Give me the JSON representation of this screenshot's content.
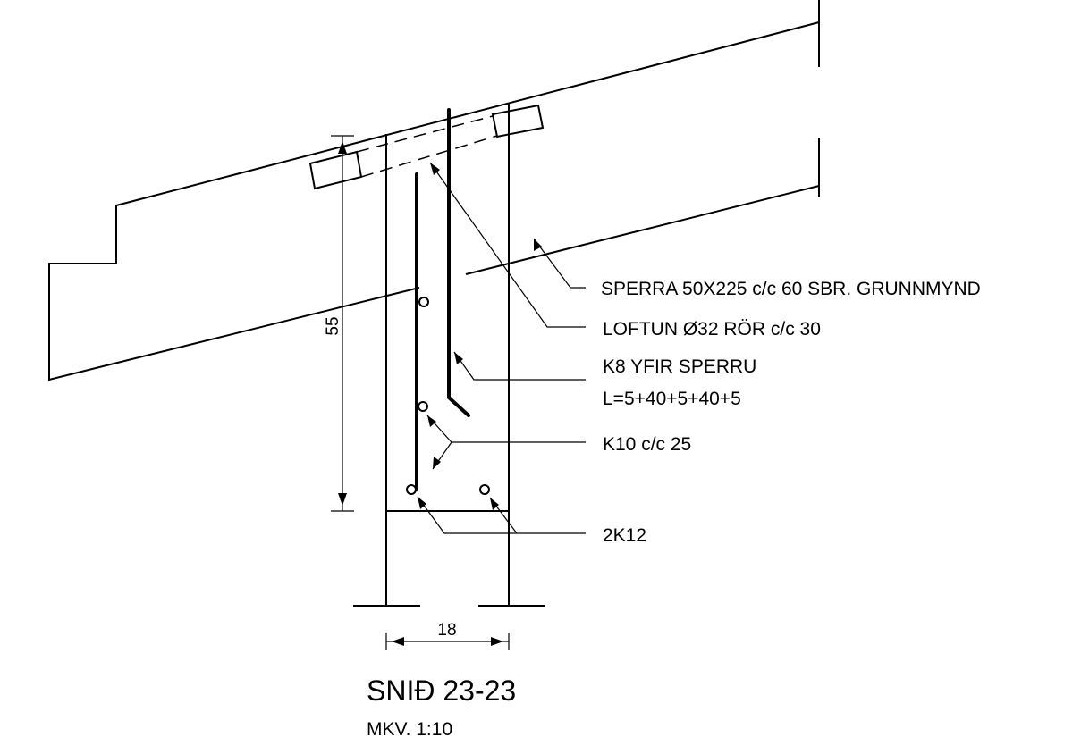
{
  "labels": {
    "rafter": "SPERRA 50X225 c/c 60 SBR. GRUNNMYND",
    "ventilation": "LOFTUN Ø32 RÖR c/c 30",
    "bar_k8": "K8 YFIR SPERRU",
    "bar_k8_length": "L=5+40+5+40+5",
    "bar_k10": "K10 c/c 25",
    "bar_2k12": "2K12"
  },
  "dimensions": {
    "height": "55",
    "width": "18"
  },
  "title": {
    "section": "SNIÐ 23-23",
    "scale": "MKV. 1:10"
  },
  "colors": {
    "ink": "#000000",
    "paper": "#ffffff"
  }
}
